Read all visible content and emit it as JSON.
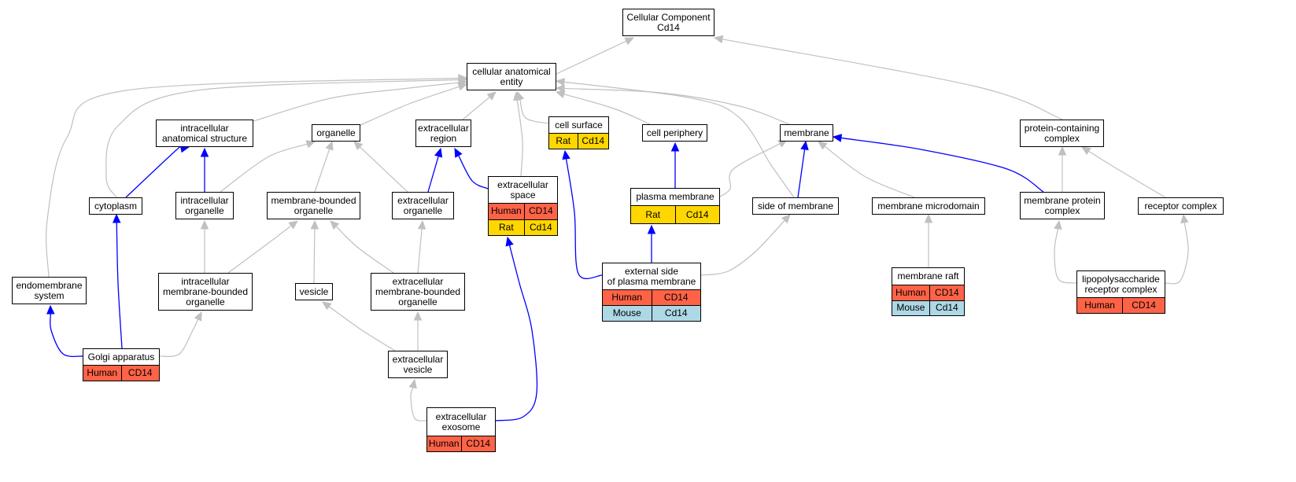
{
  "colors": {
    "human": "#FF6347",
    "rat": "#FFD700",
    "mouse": "#ADD8E6",
    "is_a_edge": "#C0C0C0",
    "part_of_edge": "#0000FF"
  },
  "nodes": [
    {
      "id": "root",
      "label": "Cellular Component\nCd14",
      "rows": []
    },
    {
      "id": "cae",
      "label": "cellular anatomical\nentity",
      "rows": []
    },
    {
      "id": "ias",
      "label": "intracellular\nanatomical structure",
      "rows": []
    },
    {
      "id": "organelle",
      "label": "organelle",
      "rows": []
    },
    {
      "id": "ecr",
      "label": "extracellular\nregion",
      "rows": []
    },
    {
      "id": "cellsurface",
      "label": "cell surface",
      "rows": [
        {
          "species": "Rat",
          "gene": "Cd14",
          "color": "rat"
        }
      ]
    },
    {
      "id": "periphery",
      "label": "cell periphery",
      "rows": []
    },
    {
      "id": "membrane",
      "label": "membrane",
      "rows": []
    },
    {
      "id": "pcc",
      "label": "protein-containing\ncomplex",
      "rows": []
    },
    {
      "id": "cytoplasm",
      "label": "cytoplasm",
      "rows": []
    },
    {
      "id": "io",
      "label": "intracellular\norganelle",
      "rows": []
    },
    {
      "id": "mbo",
      "label": "membrane-bounded\norganelle",
      "rows": []
    },
    {
      "id": "eo",
      "label": "extracellular\norganelle",
      "rows": []
    },
    {
      "id": "ecs",
      "label": "extracellular\nspace",
      "rows": [
        {
          "species": "Human",
          "gene": "CD14",
          "color": "human"
        },
        {
          "species": "Rat",
          "gene": "Cd14",
          "color": "rat"
        }
      ]
    },
    {
      "id": "pm",
      "label": "plasma membrane",
      "rows": [
        {
          "species": "Rat",
          "gene": "Cd14",
          "color": "rat"
        }
      ]
    },
    {
      "id": "som",
      "label": "side of membrane",
      "rows": []
    },
    {
      "id": "mmd",
      "label": "membrane microdomain",
      "rows": []
    },
    {
      "id": "mpc",
      "label": "membrane protein\ncomplex",
      "rows": []
    },
    {
      "id": "rc",
      "label": "receptor complex",
      "rows": []
    },
    {
      "id": "endo",
      "label": "endomembrane\nsystem",
      "rows": []
    },
    {
      "id": "imbo",
      "label": "intracellular\nmembrane-bounded\norganelle",
      "rows": []
    },
    {
      "id": "vesicle",
      "label": "vesicle",
      "rows": []
    },
    {
      "id": "embo",
      "label": "extracellular\nmembrane-bounded\norganelle",
      "rows": []
    },
    {
      "id": "espm",
      "label": "external side\nof plasma membrane",
      "rows": [
        {
          "species": "Human",
          "gene": "CD14",
          "color": "human"
        },
        {
          "species": "Mouse",
          "gene": "Cd14",
          "color": "mouse"
        }
      ]
    },
    {
      "id": "raft",
      "label": "membrane raft",
      "rows": [
        {
          "species": "Human",
          "gene": "CD14",
          "color": "human"
        },
        {
          "species": "Mouse",
          "gene": "Cd14",
          "color": "mouse"
        }
      ]
    },
    {
      "id": "lps",
      "label": "lipopolysaccharide\nreceptor complex",
      "rows": [
        {
          "species": "Human",
          "gene": "CD14",
          "color": "human"
        }
      ]
    },
    {
      "id": "golgi",
      "label": "Golgi apparatus",
      "rows": [
        {
          "species": "Human",
          "gene": "CD14",
          "color": "human"
        }
      ]
    },
    {
      "id": "ecv",
      "label": "extracellular\nvesicle",
      "rows": []
    },
    {
      "id": "exo",
      "label": "extracellular\nexosome",
      "rows": [
        {
          "species": "Human",
          "gene": "CD14",
          "color": "human"
        }
      ]
    }
  ],
  "edges": [
    {
      "from": "cae",
      "to": "root",
      "type": "is_a"
    },
    {
      "from": "pcc",
      "to": "root",
      "type": "is_a"
    },
    {
      "from": "ias",
      "to": "cae",
      "type": "is_a"
    },
    {
      "from": "organelle",
      "to": "cae",
      "type": "is_a"
    },
    {
      "from": "ecr",
      "to": "cae",
      "type": "is_a"
    },
    {
      "from": "cellsurface",
      "to": "cae",
      "type": "is_a"
    },
    {
      "from": "periphery",
      "to": "cae",
      "type": "is_a"
    },
    {
      "from": "membrane",
      "to": "cae",
      "type": "is_a"
    },
    {
      "from": "som",
      "to": "cae",
      "type": "is_a"
    },
    {
      "from": "ecs",
      "to": "cae",
      "type": "is_a"
    },
    {
      "from": "cytoplasm",
      "to": "cae",
      "type": "is_a"
    },
    {
      "from": "endo",
      "to": "cae",
      "type": "is_a"
    },
    {
      "from": "cytoplasm",
      "to": "ias",
      "type": "part_of"
    },
    {
      "from": "io",
      "to": "ias",
      "type": "part_of"
    },
    {
      "from": "io",
      "to": "organelle",
      "type": "is_a"
    },
    {
      "from": "mbo",
      "to": "organelle",
      "type": "is_a"
    },
    {
      "from": "eo",
      "to": "organelle",
      "type": "is_a"
    },
    {
      "from": "eo",
      "to": "ecr",
      "type": "part_of"
    },
    {
      "from": "ecs",
      "to": "ecr",
      "type": "part_of"
    },
    {
      "from": "pm",
      "to": "periphery",
      "type": "part_of"
    },
    {
      "from": "pm",
      "to": "membrane",
      "type": "is_a"
    },
    {
      "from": "som",
      "to": "membrane",
      "type": "part_of"
    },
    {
      "from": "mmd",
      "to": "membrane",
      "type": "is_a"
    },
    {
      "from": "mpc",
      "to": "membrane",
      "type": "part_of"
    },
    {
      "from": "mpc",
      "to": "pcc",
      "type": "is_a"
    },
    {
      "from": "rc",
      "to": "pcc",
      "type": "is_a"
    },
    {
      "from": "espm",
      "to": "cellsurface",
      "type": "part_of"
    },
    {
      "from": "espm",
      "to": "pm",
      "type": "part_of"
    },
    {
      "from": "espm",
      "to": "som",
      "type": "is_a"
    },
    {
      "from": "raft",
      "to": "mmd",
      "type": "is_a"
    },
    {
      "from": "lps",
      "to": "mpc",
      "type": "is_a"
    },
    {
      "from": "lps",
      "to": "rc",
      "type": "is_a"
    },
    {
      "from": "golgi",
      "to": "endo",
      "type": "part_of"
    },
    {
      "from": "golgi",
      "to": "cytoplasm",
      "type": "part_of"
    },
    {
      "from": "golgi",
      "to": "imbo",
      "type": "is_a"
    },
    {
      "from": "imbo",
      "to": "io",
      "type": "is_a"
    },
    {
      "from": "imbo",
      "to": "mbo",
      "type": "is_a"
    },
    {
      "from": "vesicle",
      "to": "mbo",
      "type": "is_a"
    },
    {
      "from": "embo",
      "to": "mbo",
      "type": "is_a"
    },
    {
      "from": "embo",
      "to": "eo",
      "type": "is_a"
    },
    {
      "from": "ecv",
      "to": "vesicle",
      "type": "is_a"
    },
    {
      "from": "ecv",
      "to": "embo",
      "type": "is_a"
    },
    {
      "from": "exo",
      "to": "ecv",
      "type": "is_a"
    },
    {
      "from": "exo",
      "to": "ecs",
      "type": "part_of"
    }
  ]
}
